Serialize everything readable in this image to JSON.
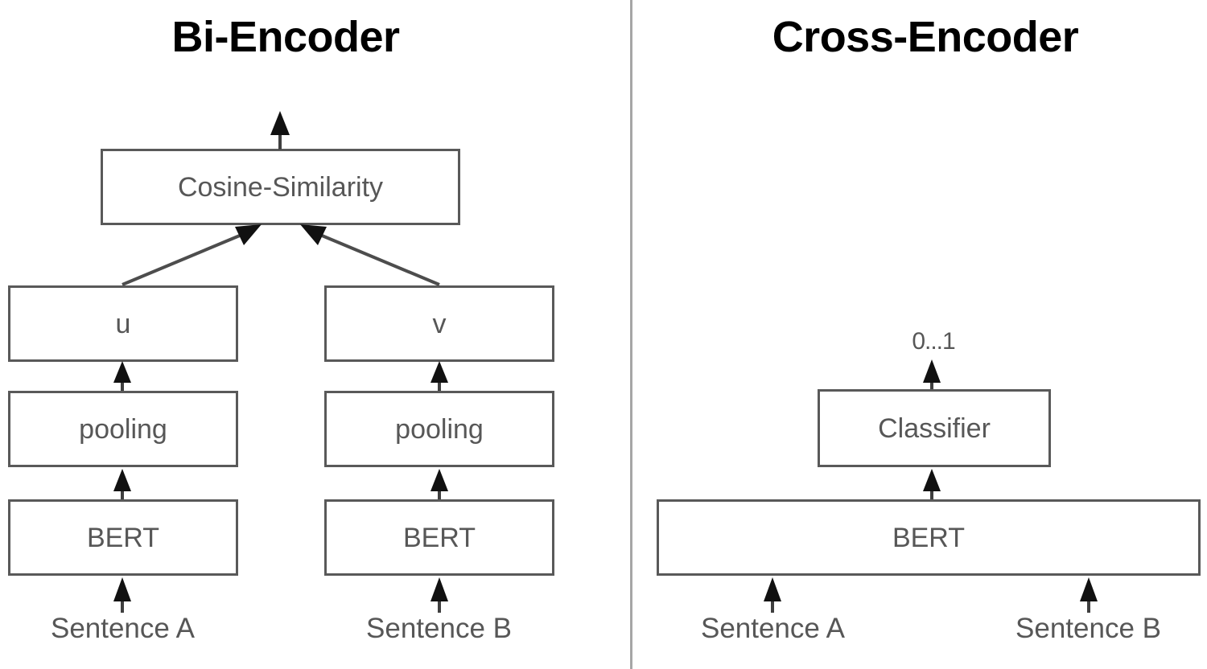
{
  "figure": {
    "panels": [
      {
        "id": "bi-encoder",
        "title": "Bi-Encoder",
        "nodes": [
          {
            "id": "cosine",
            "label": "Cosine-Similarity"
          },
          {
            "id": "u",
            "label": "u"
          },
          {
            "id": "v",
            "label": "v"
          },
          {
            "id": "pooling-left",
            "label": "pooling"
          },
          {
            "id": "pooling-right",
            "label": "pooling"
          },
          {
            "id": "bert-left",
            "label": "BERT"
          },
          {
            "id": "bert-right",
            "label": "BERT"
          }
        ],
        "inputs": [
          {
            "id": "sentence-a",
            "label": "Sentence A"
          },
          {
            "id": "sentence-b",
            "label": "Sentence B"
          }
        ]
      },
      {
        "id": "cross-encoder",
        "title": "Cross-Encoder",
        "nodes": [
          {
            "id": "classifier",
            "label": "Classifier"
          },
          {
            "id": "bert-joint",
            "label": "BERT"
          }
        ],
        "outputs": [
          {
            "id": "score-range",
            "label": "0...1"
          }
        ],
        "inputs": [
          {
            "id": "sentence-a",
            "label": "Sentence A"
          },
          {
            "id": "sentence-b",
            "label": "Sentence B"
          }
        ]
      }
    ],
    "colors": {
      "background": "#ffffff",
      "box_border": "#595959",
      "node_text": "#575757",
      "title_text": "#000000",
      "arrow": "#3f3f3f",
      "divider": "#a6a6a6"
    }
  }
}
